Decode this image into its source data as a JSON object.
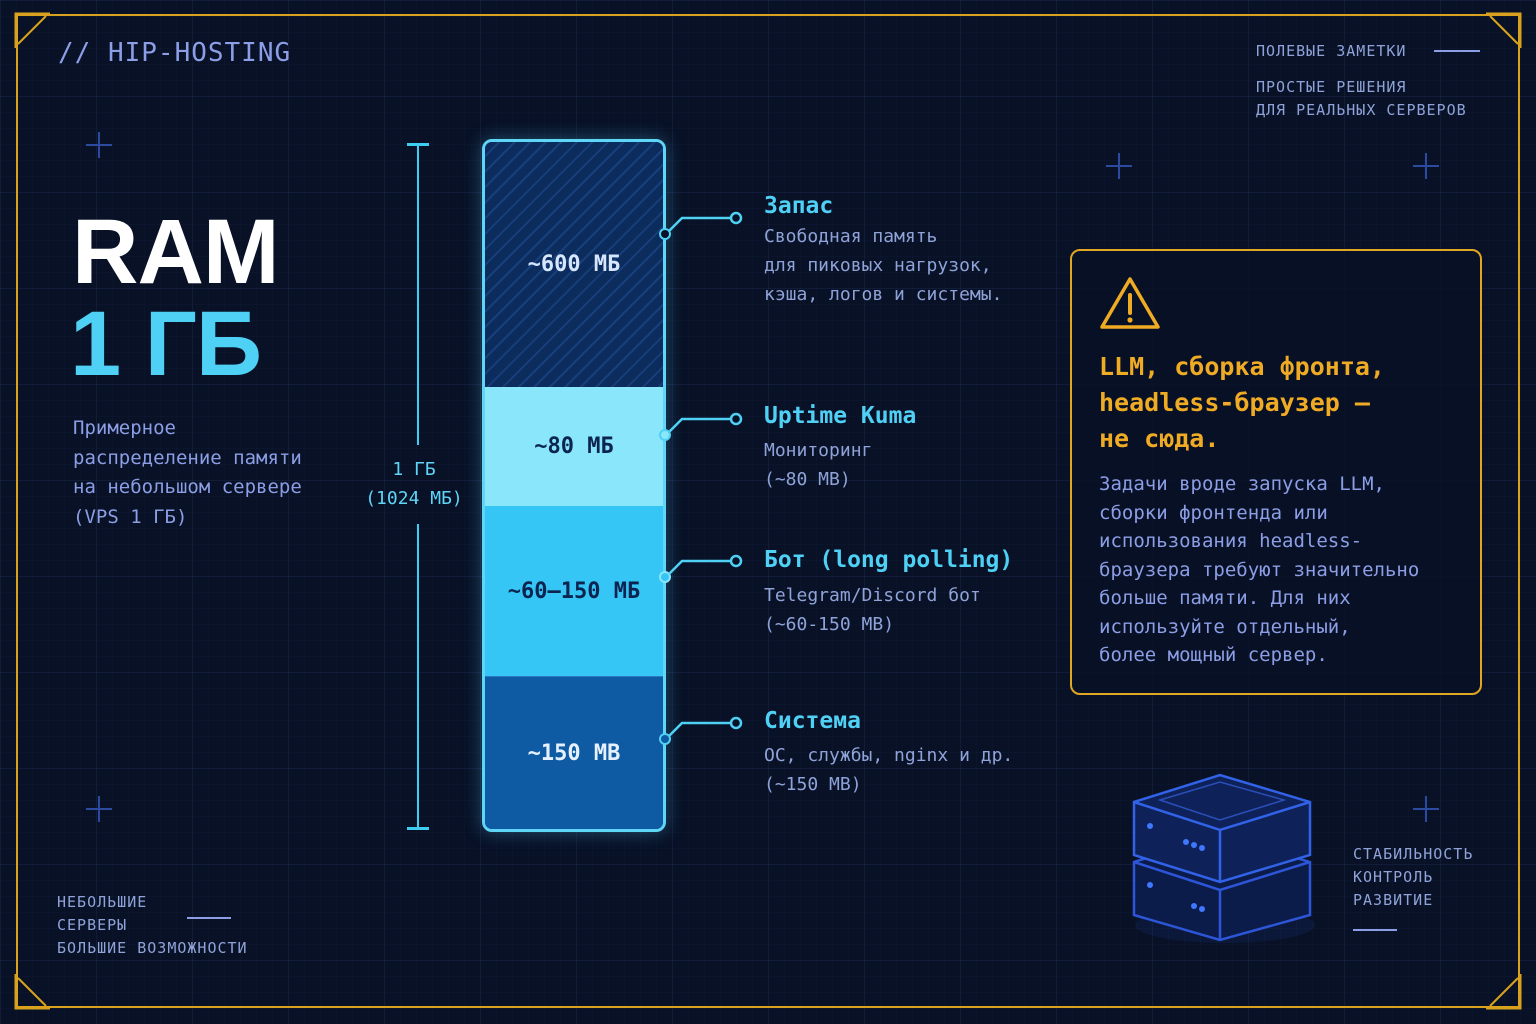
{
  "header": {
    "brand": "// HIP-HOSTING",
    "field_notes": "ПОЛЕВЫЕ ЗАМЕТКИ",
    "field_sub": [
      "ПРОСТЫЕ РЕШЕНИЯ",
      "ДЛЯ РЕАЛЬНЫХ СЕРВЕРОВ"
    ]
  },
  "hero": {
    "title": "RAM",
    "size": "1 ГБ",
    "description": [
      "Примерное",
      "распределение памяти",
      "на небольшом сервере",
      "(VPS 1 ГБ)"
    ]
  },
  "axis": {
    "label_line1": "1 ГБ",
    "label_line2": "(1024 МБ)"
  },
  "memory_bar": {
    "total_mb": 1024,
    "segments": [
      {
        "key": "free",
        "value_label": "~600 МБ",
        "title": "Запас",
        "desc": [
          "Свободная память",
          "для пиковых нагрузок,",
          "кэша, логов и системы."
        ]
      },
      {
        "key": "kuma",
        "value_label": "~80 МБ",
        "title": "Uptime Kuma",
        "desc": [
          "Мониторинг",
          "(~80 MB)"
        ]
      },
      {
        "key": "bot",
        "value_label": "~60–150 МБ",
        "title": "Бот (long polling)",
        "desc": [
          "Telegram/Discord бот",
          "(~60-150 MB)"
        ]
      },
      {
        "key": "sys",
        "value_label": "~150 MB",
        "title": "Система",
        "desc": [
          "ОС, службы, nginx и др.",
          "(~150 MB)"
        ]
      }
    ]
  },
  "warning": {
    "icon": "warning-triangle-icon",
    "title": [
      "LLM, сборка фронта,",
      "headless-браузер —",
      "не сюда."
    ],
    "text": [
      "Задачи вроде запуска LLM,",
      "сборки фронтенда или",
      "использования headless-",
      "браузера требуют значительно",
      "больше памяти. Для них",
      "используйте отдельный,",
      "более мощный сервер."
    ]
  },
  "footer": {
    "left": [
      "НЕБОЛЬШИЕ",
      "СЕРВЕРЫ",
      "БОЛЬШИЕ ВОЗМОЖНОСТИ"
    ],
    "right": [
      "СТАБИЛЬНОСТЬ",
      "КОНТРОЛЬ",
      "РАЗВИТИЕ"
    ],
    "servers_icon": "server-stack-icon"
  },
  "colors": {
    "accent": "#4fd0f5",
    "warning": "#f0ab24",
    "frame": "#d9a21e",
    "background": "#081126"
  }
}
